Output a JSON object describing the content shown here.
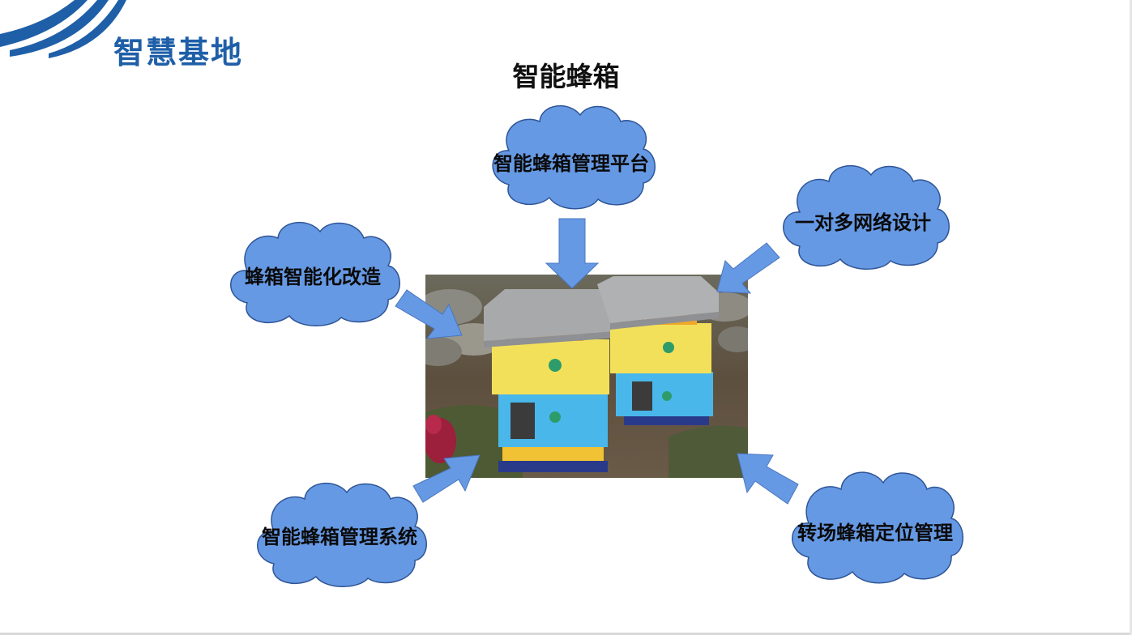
{
  "brand": {
    "title": "智慧基地",
    "color": "#1f5fa8"
  },
  "page": {
    "title": "智能蜂箱"
  },
  "clouds": {
    "top": {
      "label": "智能蜂箱管理平台"
    },
    "top_right": {
      "label": "一对多网络设计"
    },
    "left": {
      "label": "蜂箱智能化改造"
    },
    "bottom_left": {
      "label": "智能蜂箱管理系统"
    },
    "bottom_right": {
      "label": "转场蜂箱定位管理"
    }
  },
  "colors": {
    "cloud_fill": "#6699e3",
    "cloud_stroke": "#2f5597",
    "arrow_fill": "#6699e3",
    "hive_yellow": "#f3e05a",
    "hive_blue": "#49b7ea",
    "hive_lid": "#a8a9ab"
  },
  "icons": {
    "logo": "swoosh-logo-icon",
    "photo": "smart-beehive-photo"
  }
}
